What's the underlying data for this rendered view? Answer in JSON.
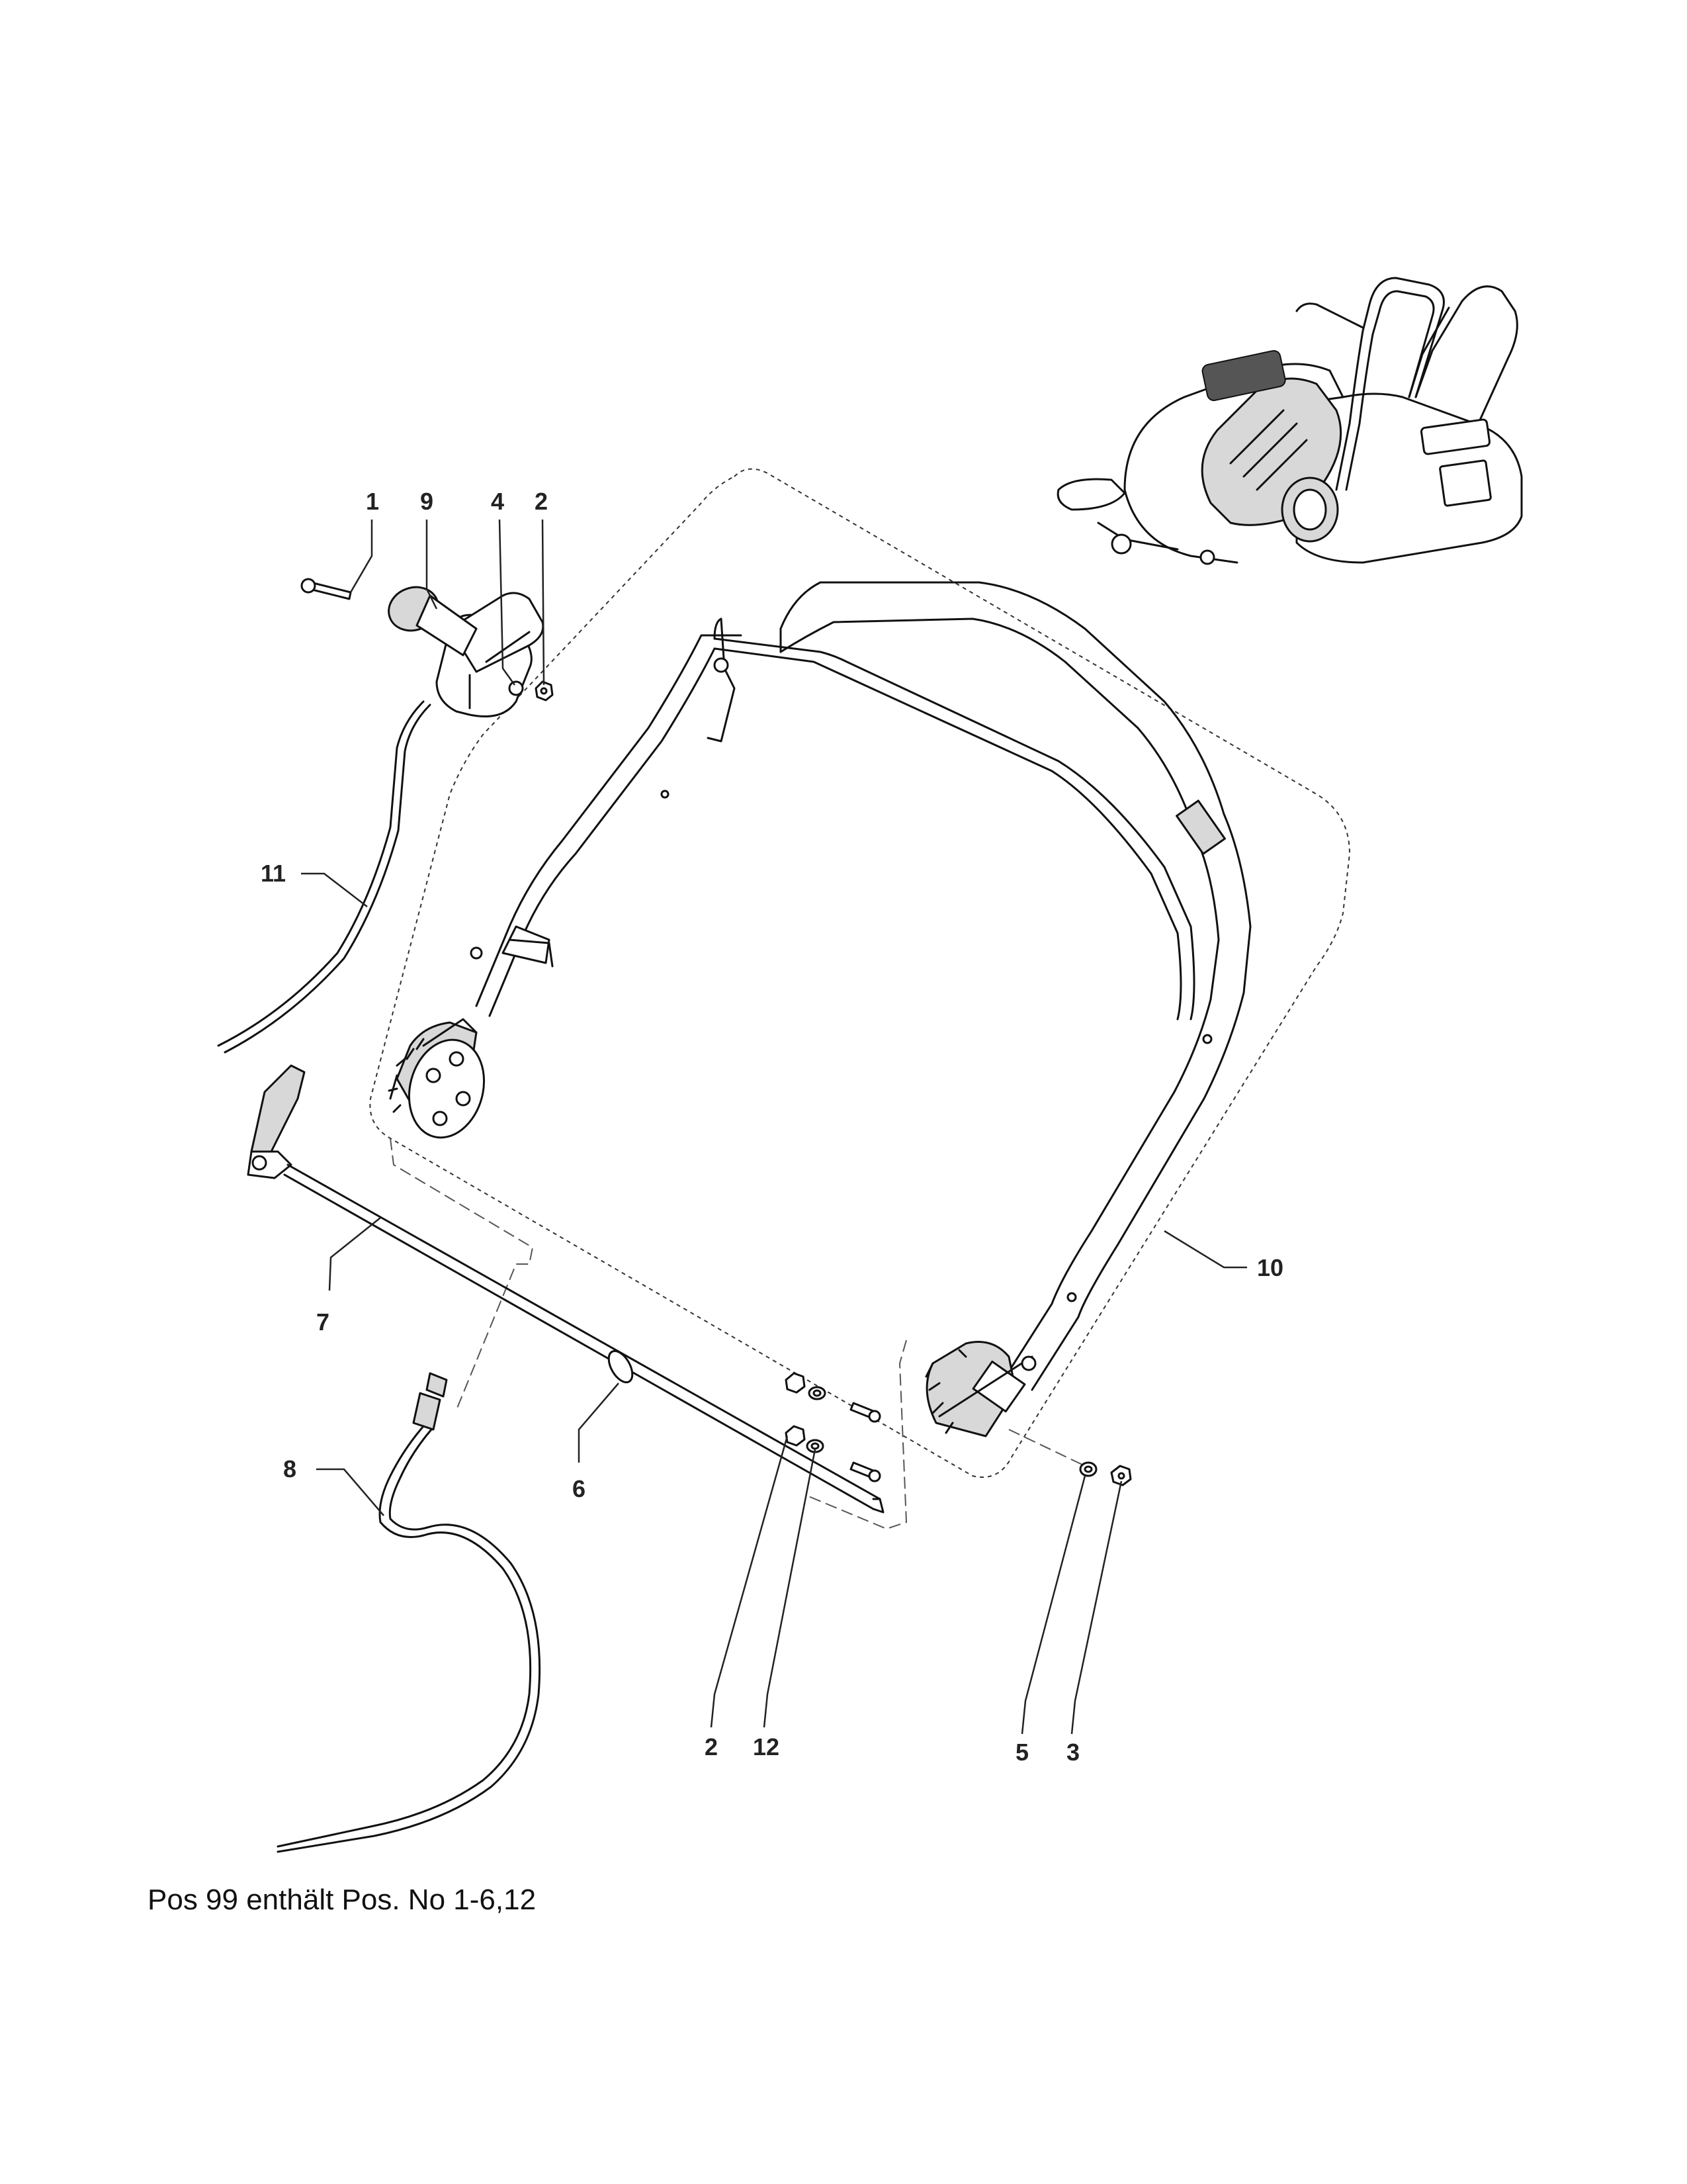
{
  "diagram": {
    "callouts": [
      {
        "id": "c1",
        "label": "1"
      },
      {
        "id": "c9",
        "label": "9"
      },
      {
        "id": "c4",
        "label": "4"
      },
      {
        "id": "c2a",
        "label": "2"
      },
      {
        "id": "c11",
        "label": "11"
      },
      {
        "id": "c7",
        "label": "7"
      },
      {
        "id": "c10",
        "label": "10"
      },
      {
        "id": "c8",
        "label": "8"
      },
      {
        "id": "c6",
        "label": "6"
      },
      {
        "id": "c2b",
        "label": "2"
      },
      {
        "id": "c12",
        "label": "12"
      },
      {
        "id": "c5",
        "label": "5"
      },
      {
        "id": "c3",
        "label": "3"
      }
    ],
    "footnote": "Pos 99 enthält Pos. No 1-6,12"
  }
}
